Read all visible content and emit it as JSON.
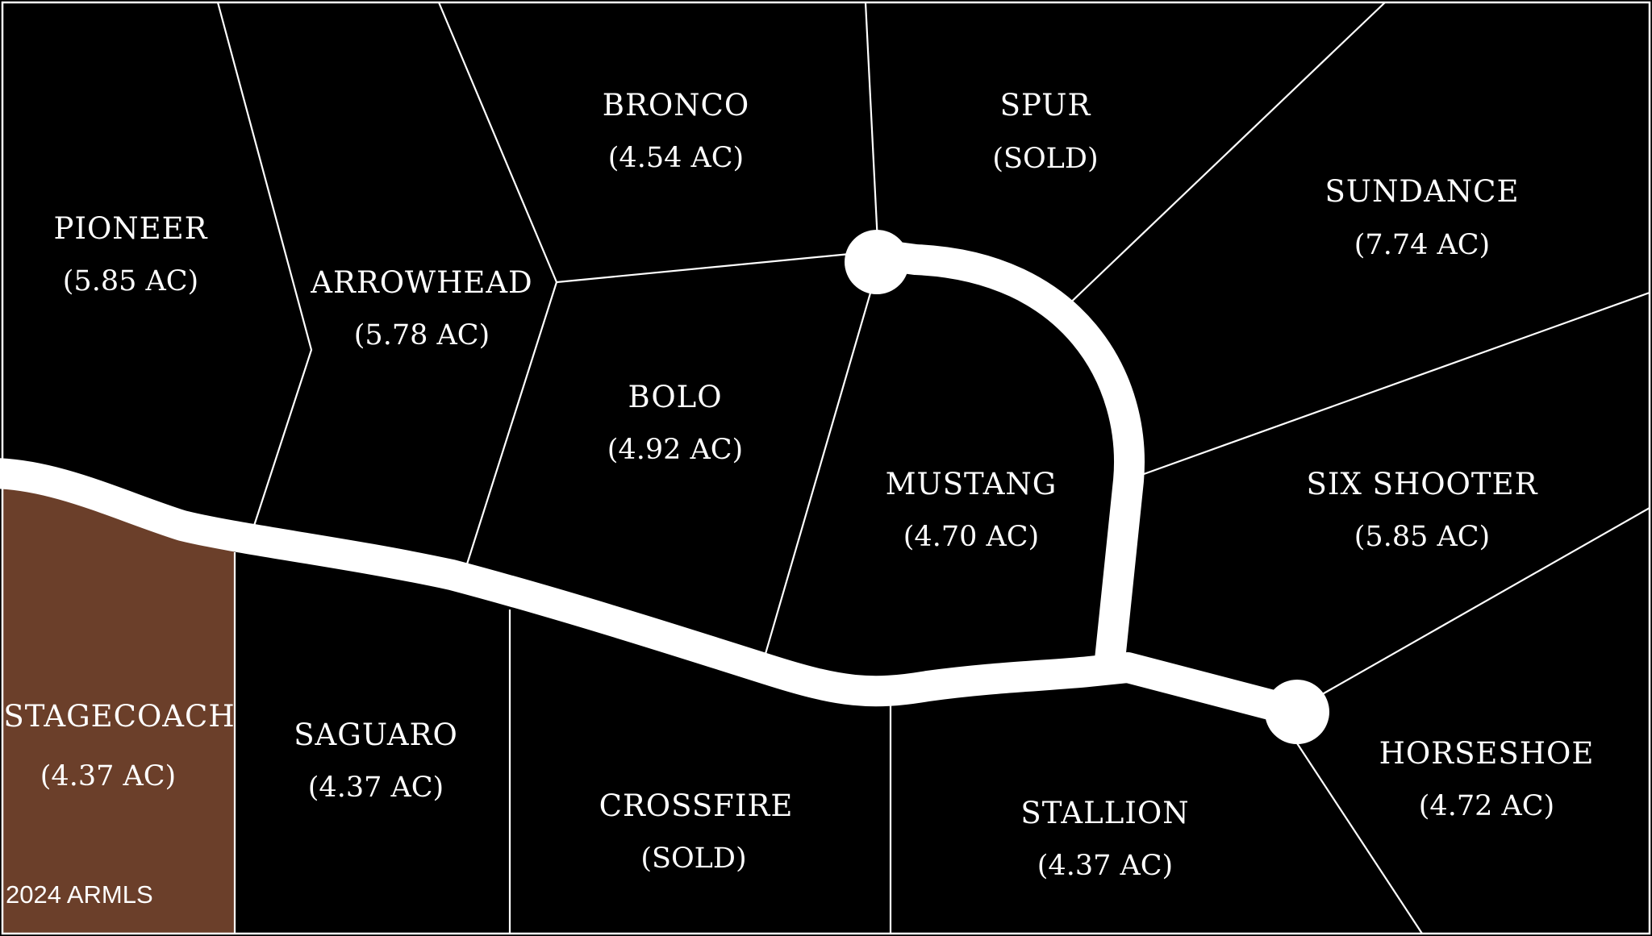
{
  "map": {
    "colors": {
      "background": "#000000",
      "lines": "#ffffff",
      "road": "#ffffff",
      "highlight": "#6b3f2a",
      "text": "#ffffff"
    },
    "highlighted_lot": "stagecoach",
    "lots": [
      {
        "id": "pioneer",
        "name": "PIONEER",
        "area": "(5.85 AC)"
      },
      {
        "id": "arrowhead",
        "name": "ARROWHEAD",
        "area": "(5.78 AC)"
      },
      {
        "id": "bronco",
        "name": "BRONCO",
        "area": "(4.54 AC)"
      },
      {
        "id": "spur",
        "name": "SPUR",
        "area": "(SOLD)"
      },
      {
        "id": "sundance",
        "name": "SUNDANCE",
        "area": "(7.74 AC)"
      },
      {
        "id": "bolo",
        "name": "BOLO",
        "area": "(4.92 AC)"
      },
      {
        "id": "mustang",
        "name": "MUSTANG",
        "area": "(4.70 AC)"
      },
      {
        "id": "six-shooter",
        "name": "SIX SHOOTER",
        "area": "(5.85 AC)"
      },
      {
        "id": "stagecoach",
        "name": "STAGECOACH",
        "area": "(4.37 AC)"
      },
      {
        "id": "saguaro",
        "name": "SAGUARO",
        "area": "(4.37 AC)"
      },
      {
        "id": "crossfire",
        "name": "CROSSFIRE",
        "area": "(SOLD)"
      },
      {
        "id": "stallion",
        "name": "STALLION",
        "area": "(4.37 AC)"
      },
      {
        "id": "horseshoe",
        "name": "HORSESHOE",
        "area": "(4.72 AC)"
      }
    ],
    "watermark": "2024 ARMLS"
  }
}
